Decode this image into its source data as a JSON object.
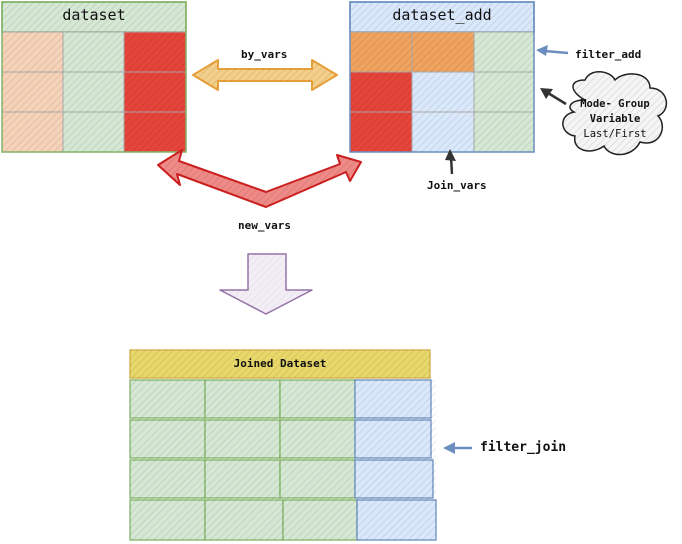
{
  "tables": {
    "dataset": {
      "title": "dataset"
    },
    "dataset_add": {
      "title": "dataset_add"
    },
    "joined": {
      "title": "Joined Dataset"
    }
  },
  "labels": {
    "by_vars": "by_vars",
    "new_vars": "new_vars",
    "filter_add": "filter_add",
    "join_vars": "Join_vars",
    "filter_join": "filter_join"
  },
  "cloud": {
    "line1": "Mode- Group",
    "line2": "Variable",
    "line3": "Last/First"
  },
  "colors": {
    "orange": "#f0a35e",
    "red": "#e5443b",
    "green_light": "#d5e8d4",
    "green_stroke": "#82b366",
    "blue_light": "#dae8fc",
    "blue_stroke": "#6c8ebf",
    "yellow": "#fff2cc",
    "yellow_stroke": "#d6b656",
    "purple_light": "#e1d5e7",
    "purple_stroke": "#9673a6",
    "arrow_orange": "#e8a03a",
    "arrow_red": "#cc1f1f"
  }
}
